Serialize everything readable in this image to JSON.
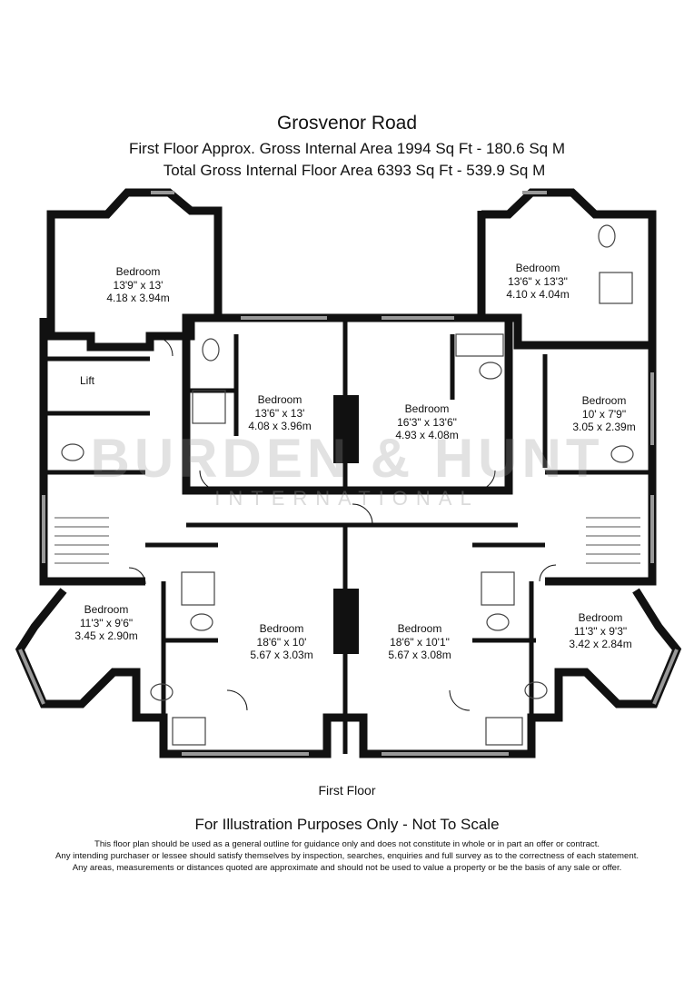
{
  "header": {
    "title": "Grosvenor Road",
    "subtitle_1": "First Floor Approx. Gross Internal Area 1994 Sq Ft - 180.6 Sq M",
    "subtitle_2": "Total Gross Internal Floor Area 6393 Sq Ft - 539.9 Sq M"
  },
  "watermark": {
    "brand": "BURDEN & HUNT",
    "tagline": "INTERNATIONAL"
  },
  "rooms": [
    {
      "name": "Bedroom",
      "imperial": "13'9\" x 13'",
      "metric": "4.18 x 3.94m"
    },
    {
      "name": "Bedroom",
      "imperial": "13'6\" x 13'3\"",
      "metric": "4.10 x 4.04m"
    },
    {
      "name": "Bedroom",
      "imperial": "13'6\" x 13'",
      "metric": "4.08 x 3.96m"
    },
    {
      "name": "Bedroom",
      "imperial": "16'3\" x 13'6\"",
      "metric": "4.93 x 4.08m"
    },
    {
      "name": "Bedroom",
      "imperial": "10' x 7'9\"",
      "metric": "3.05 x 2.39m"
    },
    {
      "name": "Bedroom",
      "imperial": "11'3\" x 9'6\"",
      "metric": "3.45 x 2.90m"
    },
    {
      "name": "Bedroom",
      "imperial": "18'6\" x 10'",
      "metric": "5.67 x 3.03m"
    },
    {
      "name": "Bedroom",
      "imperial": "18'6\" x 10'1\"",
      "metric": "5.67 x 3.08m"
    },
    {
      "name": "Bedroom",
      "imperial": "11'3\" x 9'3\"",
      "metric": "3.42 x 2.84m"
    }
  ],
  "lift_label": "Lift",
  "floor_name": "First Floor",
  "disclaimer": {
    "headline": "For Illustration Purposes Only - Not To Scale",
    "line_1": "This floor plan should be used as a general outline for guidance only and does not constitute in whole or in part an offer or contract.",
    "line_2": "Any intending purchaser or lessee should satisfy themselves by inspection, searches, enquiries and full survey as to the correctness of each statement.",
    "line_3": "Any areas, measurements or distances quoted are approximate and should not be used to value a property or be the basis of any sale or offer."
  },
  "colors": {
    "wall": "#111111",
    "window": "#999999",
    "fixture": "#444444",
    "watermark": "#969696"
  }
}
